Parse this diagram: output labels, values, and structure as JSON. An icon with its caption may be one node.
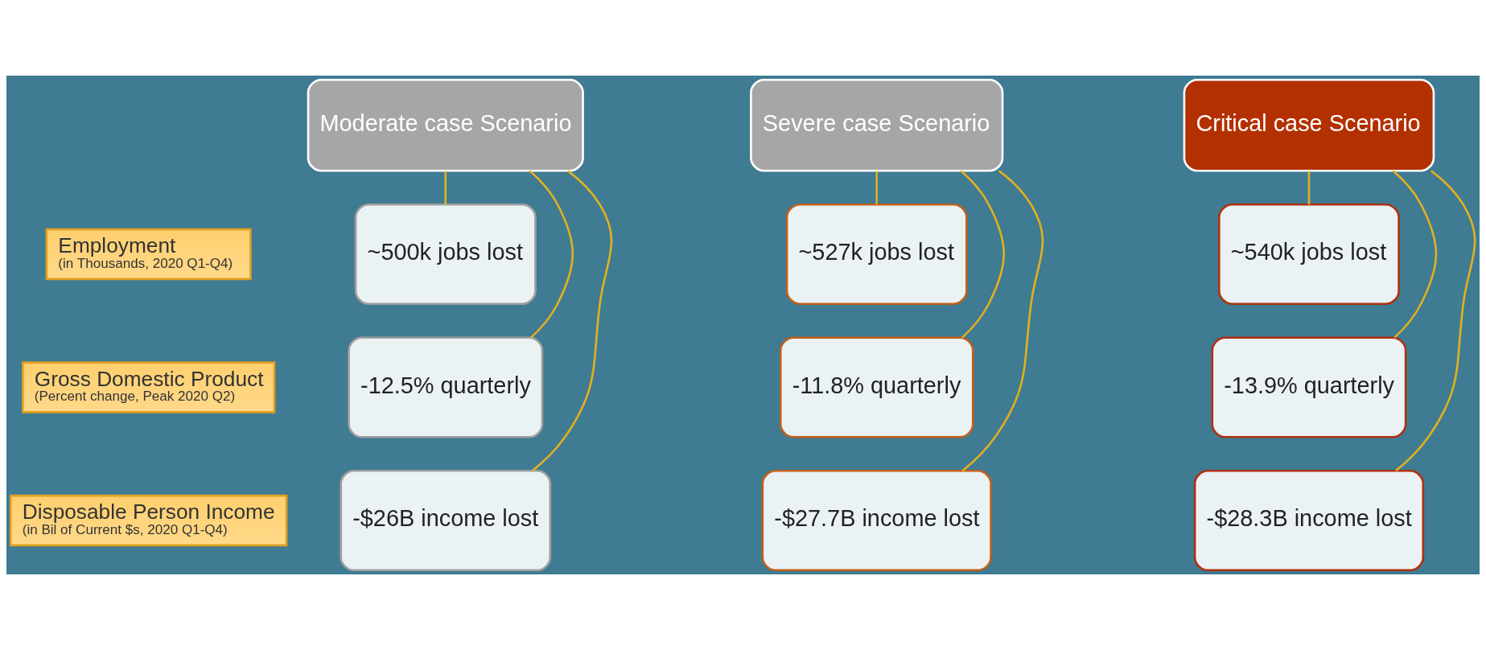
{
  "diagram": {
    "nodes": [
      {
        "text": [
          "Employment",
          "(in Thousands, 2020 Q1-Q4)"
        ]
      },
      {
        "text": [
          "Gross Domestic Product",
          "(Percent change, Peak 2020 Q2)"
        ]
      },
      {
        "text": [
          "Disposable Person Income",
          "(in Bil of Current $s, 2020 Q1-Q4)"
        ]
      },
      {
        "text": [
          "Moderate case Scenario"
        ]
      },
      {
        "text": [
          "~500k jobs lost"
        ]
      },
      {
        "text": [
          "-12.5% quarterly"
        ]
      },
      {
        "text": [
          "-$26B income lost"
        ]
      },
      {
        "text": [
          "Severe case Scenario"
        ]
      },
      {
        "text": [
          "~527k jobs lost"
        ]
      },
      {
        "text": [
          "-11.8% quarterly"
        ]
      },
      {
        "text": [
          "-$27.7B income lost"
        ]
      },
      {
        "text": [
          "Critical case Scenario"
        ]
      },
      {
        "text": [
          "~540k jobs lost"
        ]
      },
      {
        "text": [
          "-13.9% quarterly"
        ]
      },
      {
        "text": [
          "-$28.3B income lost"
        ]
      }
    ],
    "edges": [
      {
        "from": 3,
        "to": 4,
        "arrow": "none"
      },
      {
        "from": 3,
        "to": 5,
        "arrow": "none"
      },
      {
        "from": 3,
        "to": 6,
        "arrow": "none"
      },
      {
        "from": 7,
        "to": 8,
        "arrow": "none"
      },
      {
        "from": 7,
        "to": 9,
        "arrow": "none"
      },
      {
        "from": 7,
        "to": 10,
        "arrow": "none"
      },
      {
        "from": 11,
        "to": 12,
        "arrow": "none"
      },
      {
        "from": 11,
        "to": 13,
        "arrow": "none"
      },
      {
        "from": 11,
        "to": 14,
        "arrow": "none"
      }
    ]
  }
}
